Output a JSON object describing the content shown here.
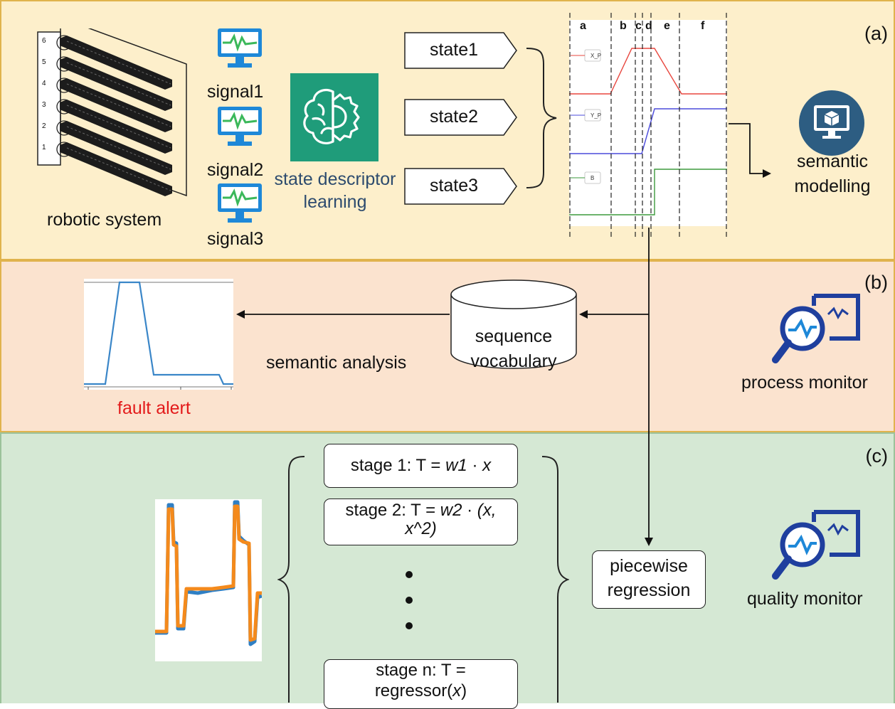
{
  "panels": {
    "a_label": "(a)",
    "b_label": "(b)",
    "c_label": "(c)"
  },
  "robot": {
    "caption": "robotic system",
    "slot_numbers": [
      "6",
      "5",
      "4",
      "3",
      "2",
      "1"
    ]
  },
  "signals": [
    "signal1",
    "signal2",
    "signal3"
  ],
  "descriptor": {
    "line1": "state descriptor",
    "line2": "learning"
  },
  "states": [
    "state1",
    "state2",
    "state3"
  ],
  "timing": {
    "segments": [
      "a",
      "b",
      "c",
      "d",
      "e",
      "f"
    ],
    "traces": [
      "X_P",
      "Y_P",
      "B"
    ],
    "colors": {
      "x_p": "#e8473f",
      "y_p": "#4b4bdb",
      "b": "#3d9a3d"
    }
  },
  "semantic_modelling": {
    "line1": "semantic",
    "line2": "modelling"
  },
  "process_monitor": "process monitor",
  "vocabulary": {
    "line1": "sequence",
    "line2": "vocabulary"
  },
  "semantic_analysis": "semantic analysis",
  "fault_alert": {
    "text": "fault alert",
    "color": "#e31b1b"
  },
  "stages": {
    "stage1_prefix": "stage 1: T = ",
    "stage1_w": "w1",
    "stage1_mid": " · ",
    "stage1_x": "x",
    "stage2_prefix": "stage 2: T = ",
    "stage2_w": "w2",
    "stage2_mid": " · ",
    "stage2_args": "(x,",
    "stage2_line2": "x^2)",
    "stagen_line1": "stage n: T =",
    "stagen_line2_prefix": "regressor(",
    "stagen_x": "x",
    "stagen_suffix": ")"
  },
  "piecewise": {
    "line1": "piecewise",
    "line2": "regression"
  },
  "quality_monitor": "quality monitor",
  "colors": {
    "monitor_blue": "#1f3f9e",
    "green_pulse": "#3bb85a",
    "icon_blue": "#1e88d8",
    "navy": "#2d5d82",
    "teal": "#1f9c7a"
  }
}
